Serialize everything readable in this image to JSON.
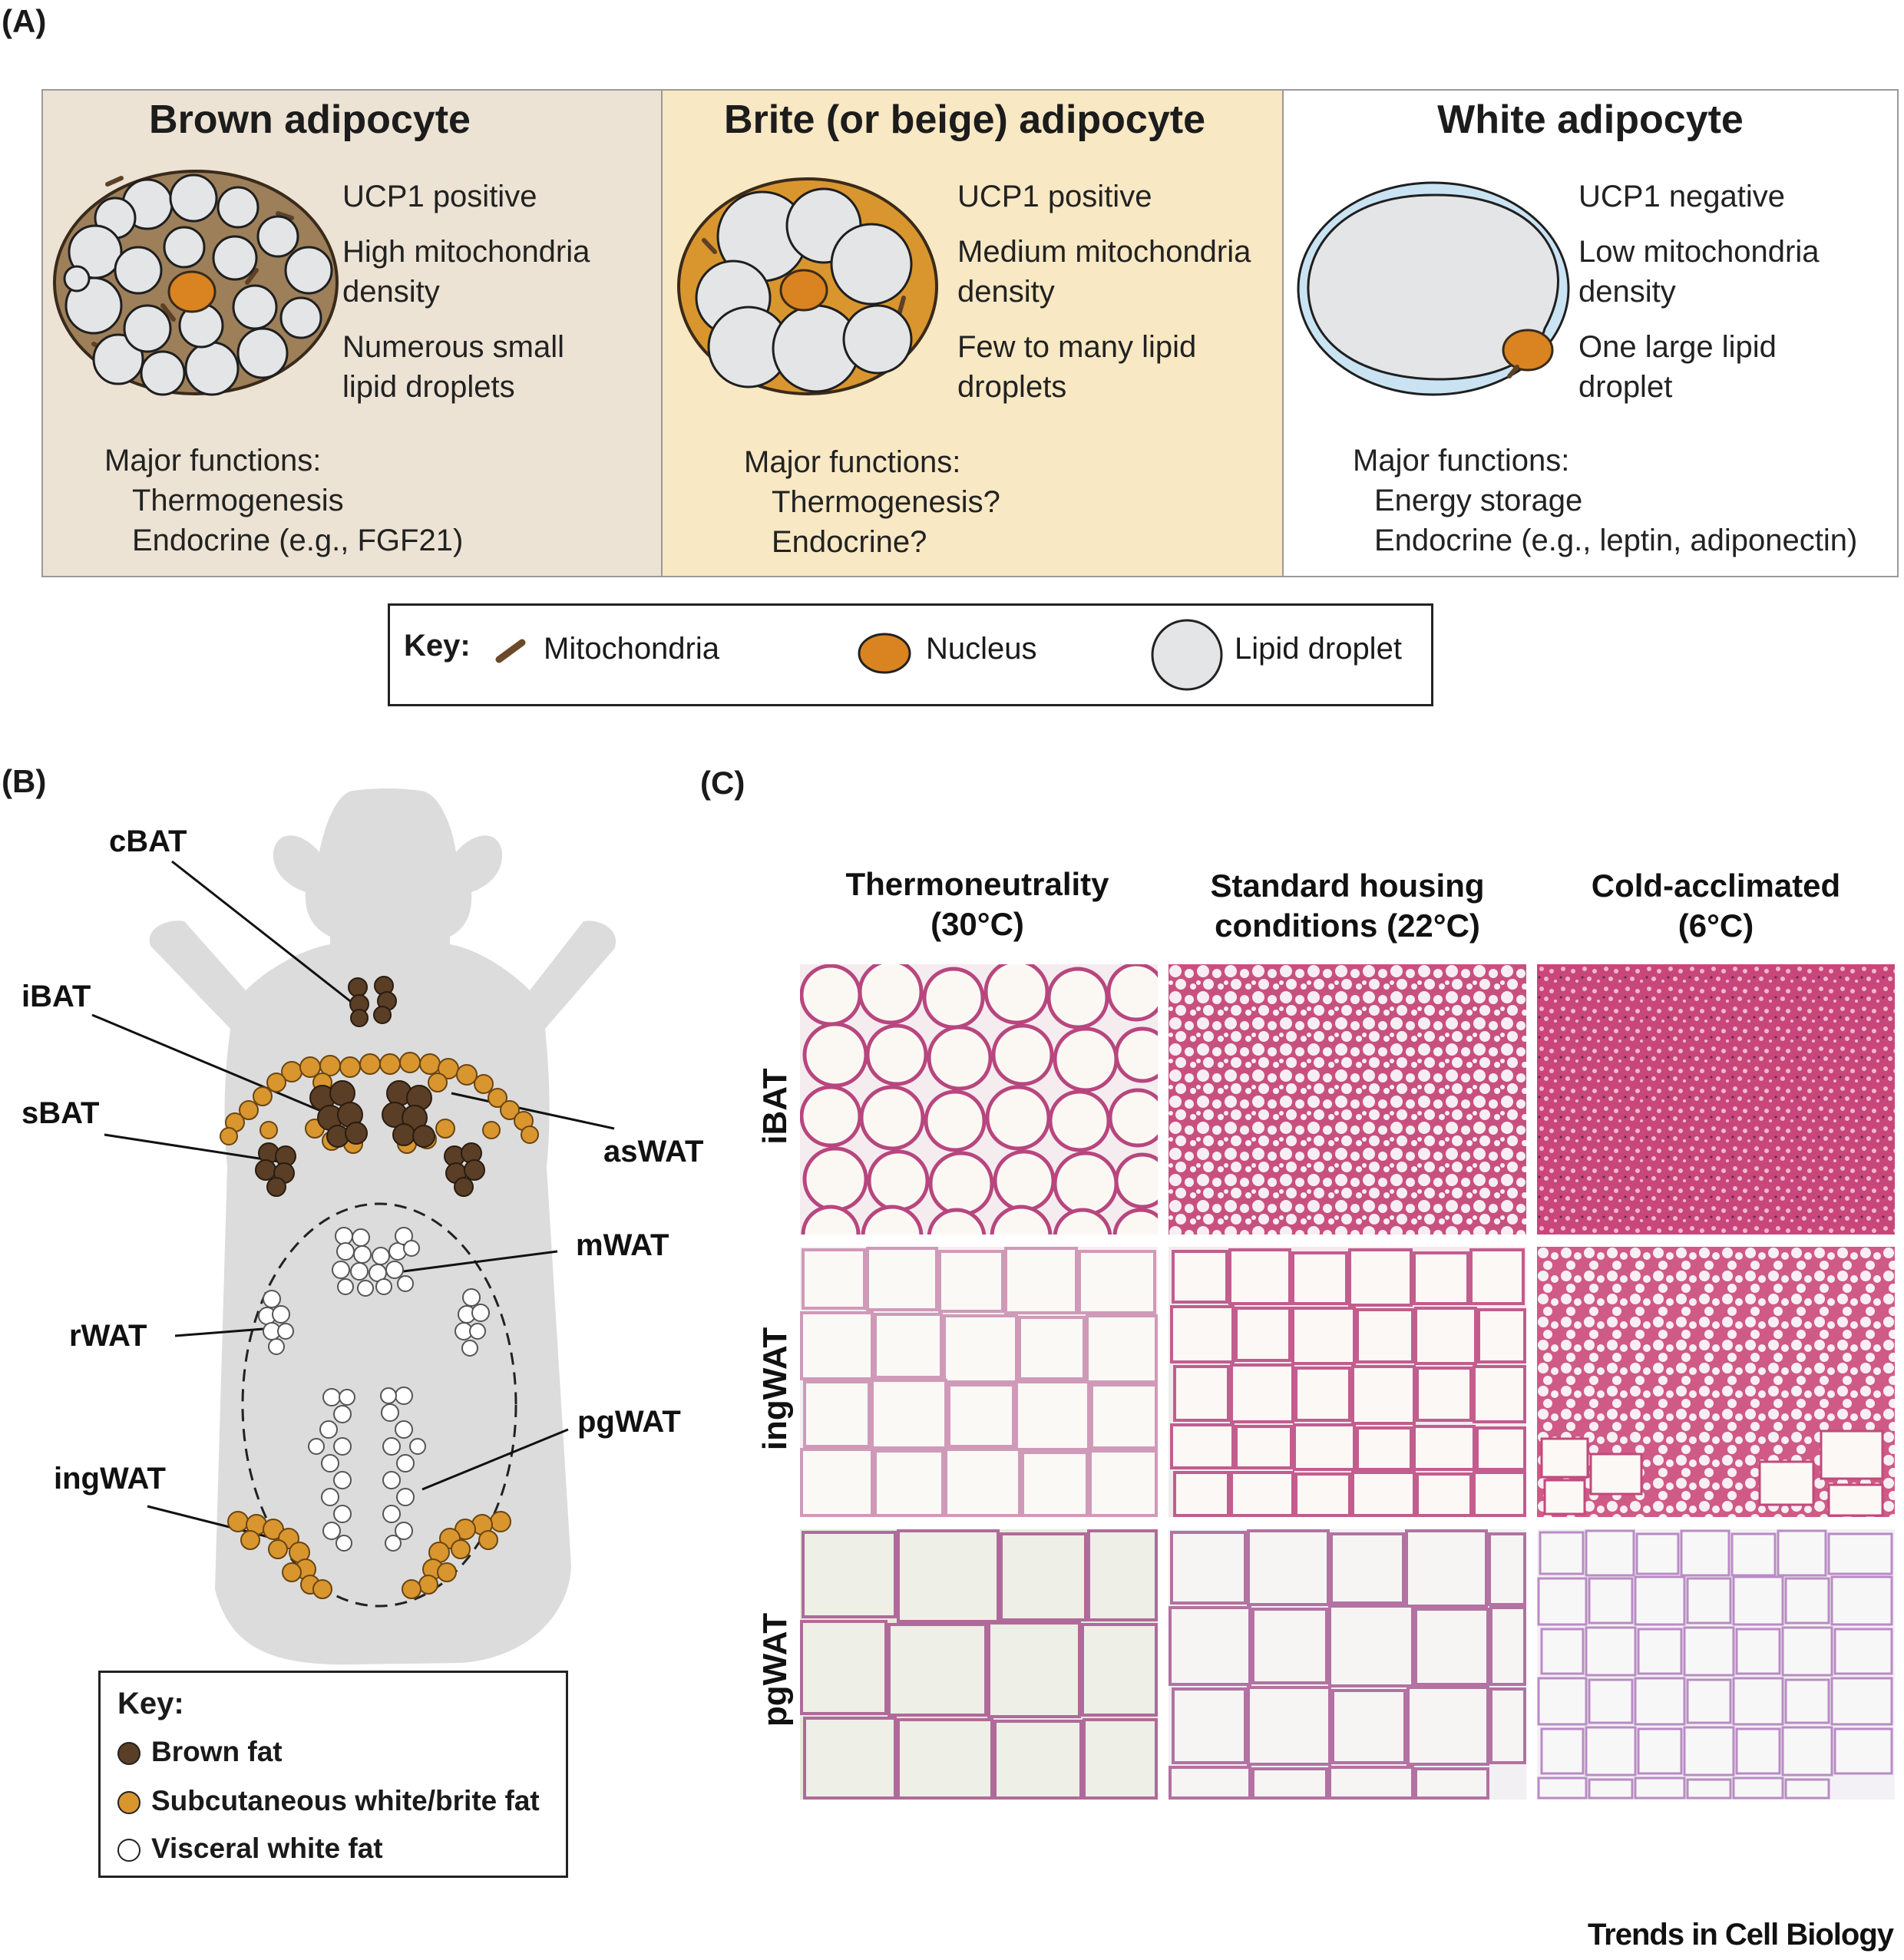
{
  "panels": {
    "a": "(A)",
    "b": "(B)",
    "c": "(C)"
  },
  "cells": [
    {
      "title": "Brown adipocyte",
      "props": [
        "UCP1 positive",
        "High mitochondria",
        "density",
        "Numerous small",
        "lipid droplets"
      ],
      "functions_title": "Major functions:",
      "functions": [
        "Thermogenesis",
        "Endocrine (e.g., FGF21)"
      ],
      "background": "#ece3d4"
    },
    {
      "title": "Brite (or beige) adipocyte",
      "props": [
        "UCP1 positive",
        "Medium mitochondria",
        "density",
        "Few to many lipid",
        "droplets"
      ],
      "functions_title": "Major functions:",
      "functions": [
        "Thermogenesis?",
        "Endocrine?"
      ],
      "background": "#f8e8c3"
    },
    {
      "title": "White adipocyte",
      "props": [
        "UCP1 negative",
        "Low mitochondria",
        "density",
        "One large lipid",
        "droplet"
      ],
      "functions_title": "Major functions:",
      "functions": [
        "Energy storage",
        "Endocrine (e.g., leptin, adiponectin)"
      ],
      "background": "#ffffff"
    }
  ],
  "key_a": {
    "title": "Key:",
    "mitochondria": "Mitochondria",
    "nucleus": "Nucleus",
    "lipid": "Lipid droplet"
  },
  "mouse_labels": {
    "cbat": "cBAT",
    "ibat": "iBAT",
    "sbat": "sBAT",
    "aswat": "asWAT",
    "mwat": "mWAT",
    "rwat": "rWAT",
    "pgwat": "pgWAT",
    "ingwat": "ingWAT"
  },
  "key_b": {
    "title": "Key:",
    "brown": "Brown fat",
    "subcutaneous": "Subcutaneous white/brite fat",
    "visceral": "Visceral white fat"
  },
  "colors": {
    "brown_fat": "#5a3e26",
    "brite_fat": "#d9962e",
    "nucleus": "#d98420",
    "mito": "#6b4a2a",
    "lipid": "#e4e5e7",
    "mouse": "#dcdcdc",
    "tissue_pink": "#c0417a"
  },
  "histology": {
    "columns": [
      {
        "line1": "Thermoneutrality",
        "line2": "(30°C)"
      },
      {
        "line1": "Standard housing",
        "line2": "conditions (22°C)"
      },
      {
        "line1": "Cold-acclimated",
        "line2": "(6°C)"
      }
    ],
    "rows": [
      "iBAT",
      "ingWAT",
      "pgWAT"
    ]
  },
  "credit": "Trends in Cell Biology"
}
